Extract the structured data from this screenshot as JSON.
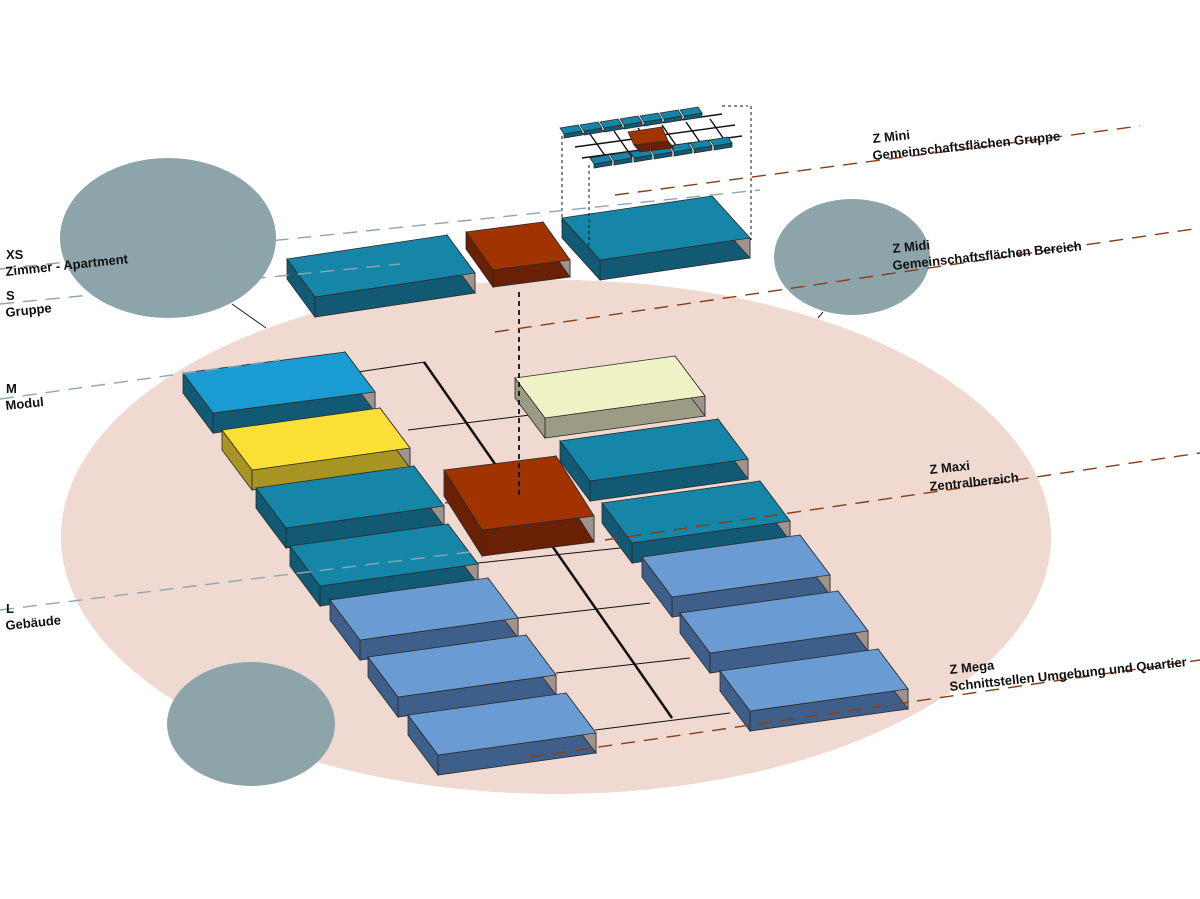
{
  "labels_left": [
    {
      "code": "XS",
      "name": "Zimmer - Apartment"
    },
    {
      "code": "S",
      "name": "Gruppe"
    },
    {
      "code": "M",
      "name": "Modul"
    },
    {
      "code": "L",
      "name": "Gebäude"
    }
  ],
  "labels_right": [
    {
      "code": "Z Mini",
      "name": "Gemeinschaftsflächen Gruppe"
    },
    {
      "code": "Z Midi",
      "name": "Gemeinschaftsflächen Bereich"
    },
    {
      "code": "Z Maxi",
      "name": "Zentralbereich"
    },
    {
      "code": "Z Mega",
      "name": "Schnittstellen Umgebung und Quartier"
    }
  ],
  "colors": {
    "ground": "#efd9d0",
    "bubble": "#8ca4aa",
    "teal": "#1586a8",
    "teal_side": "#125a73",
    "blue": "#1a9bd1",
    "light_blue": "#6a9bd2",
    "light_blue_side": "#3e5f8a",
    "yellow": "#fce035",
    "yellow_side": "#a89422",
    "cream": "#eef2c5",
    "cream_side": "#9c9c84",
    "rust": "#a13300",
    "rust_side": "#6a2004",
    "teal_dash": "#8aa7b2",
    "rust_dash": "#8a3d14"
  }
}
